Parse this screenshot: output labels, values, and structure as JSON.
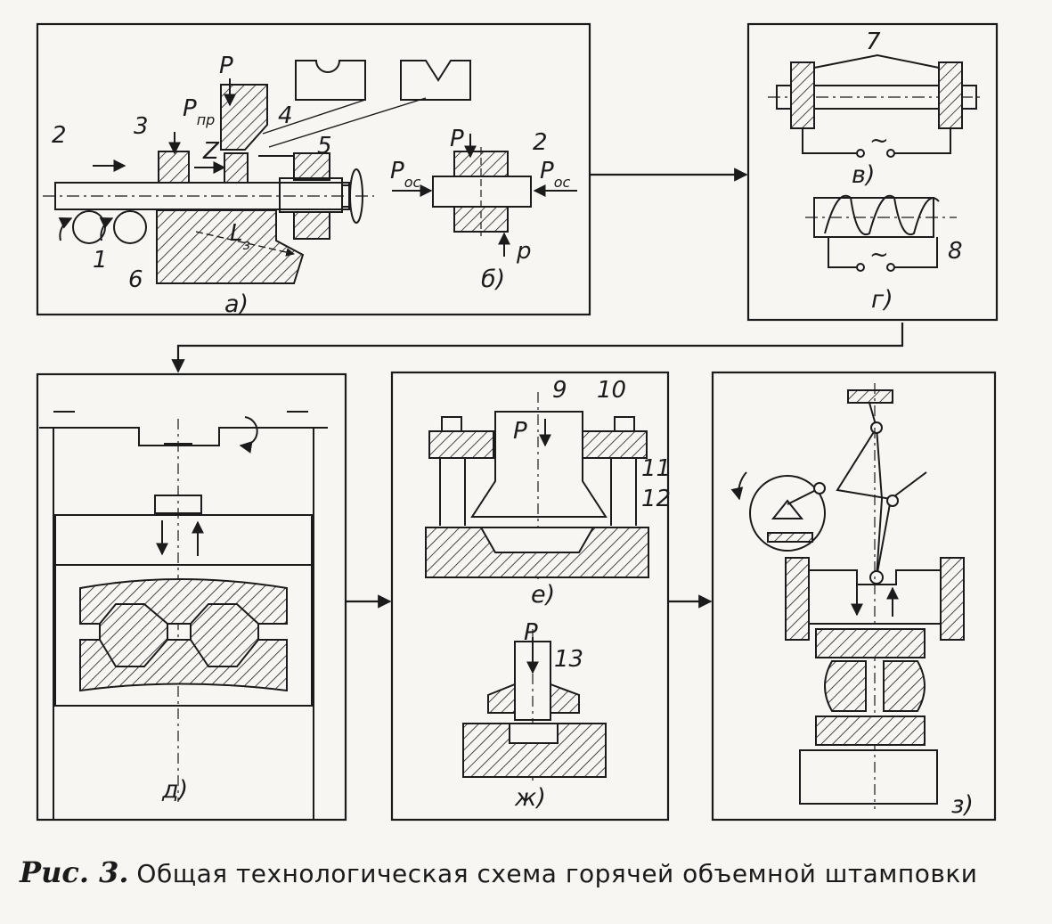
{
  "caption": {
    "figure": "Рис. 3.",
    "text": "Общая технологическая схема горячей объемной штамповки"
  },
  "panels": {
    "a": "а)",
    "b": "б)",
    "v": "в)",
    "g": "г)",
    "d": "д)",
    "e": "е)",
    "zh": "ж)",
    "z": "з)"
  },
  "labels": {
    "n1": "1",
    "n2": "2",
    "n2b": "2",
    "n3": "3",
    "n4": "4",
    "n5": "5",
    "n6": "6",
    "n7": "7",
    "n8": "8",
    "n9": "9",
    "n10": "10",
    "n11": "11",
    "n12": "12",
    "n13": "13",
    "P_main": "P",
    "P_b": "P",
    "p_b_low": "p",
    "P_e": "P",
    "P_zh": "P",
    "P_pr": "P",
    "P_pr_sub": "пр",
    "P_os_left": "P",
    "P_os_left_sub": "ос",
    "P_os_right": "P",
    "P_os_right_sub": "ос",
    "Z": "Z",
    "L3": "L",
    "L3_sub": "з",
    "ac_v": "~",
    "ac_g": "~"
  },
  "colors": {
    "ink": "#1b1b1b",
    "paper": "#f7f6f2"
  }
}
